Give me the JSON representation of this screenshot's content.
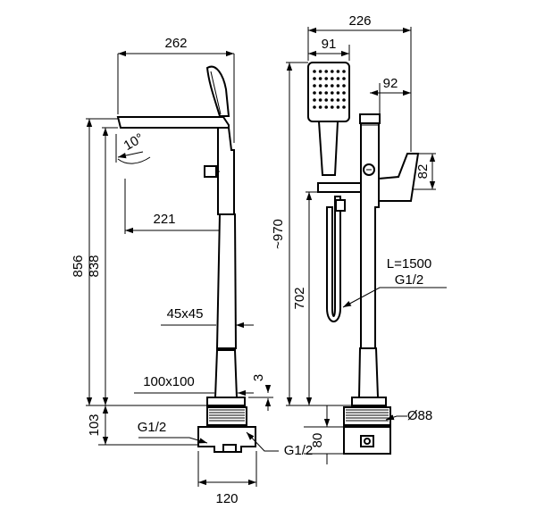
{
  "labels": {
    "dim_262": "262",
    "dim_10deg": "10°",
    "dim_221": "221",
    "dim_856": "856",
    "dim_838": "838",
    "dim_45x45": "45x45",
    "dim_100x100": "100x100",
    "dim_3": "3",
    "dim_103": "103",
    "dim_g12_left": "G1/2",
    "dim_g12_bottom": "G1/2",
    "dim_120": "120",
    "dim_226": "226",
    "dim_91": "91",
    "dim_92": "92",
    "dim_82": "82",
    "dim_970": "~970",
    "dim_702": "702",
    "dim_l1500": "L=1500",
    "dim_g12_right": "G1/2",
    "dim_80": "80",
    "dim_d88": "Ø88"
  }
}
